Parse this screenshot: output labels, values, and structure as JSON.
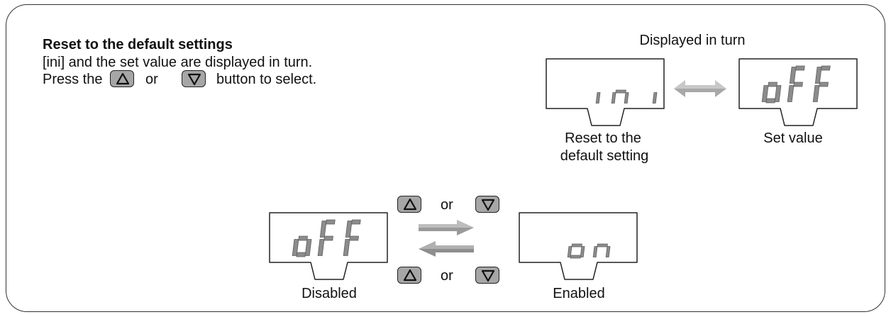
{
  "heading": {
    "title": "Reset to the default settings",
    "line1": "[ini] and the set value are displayed in turn.",
    "line2_pre": "Press the",
    "line2_or": "or",
    "line2_post": "button to select."
  },
  "top_diagram": {
    "caption": "Displayed in turn",
    "left_display": "ini",
    "right_display": "oFF",
    "left_label_1": "Reset to the",
    "left_label_2": "default setting",
    "right_label": "Set value"
  },
  "bottom_diagram": {
    "left_display": "oFF",
    "right_display": "on",
    "top_or": "or",
    "bottom_or": "or",
    "left_label": "Disabled",
    "right_label": "Enabled"
  },
  "icons": {
    "up_button": "up-triangle-icon",
    "down_button": "down-triangle-icon",
    "exchange": "double-arrow-icon"
  },
  "colors": {
    "button_fill": "#a6a6a6",
    "segment_fill": "#8c8c8c",
    "arrow_fill": "#9a9a9a"
  }
}
